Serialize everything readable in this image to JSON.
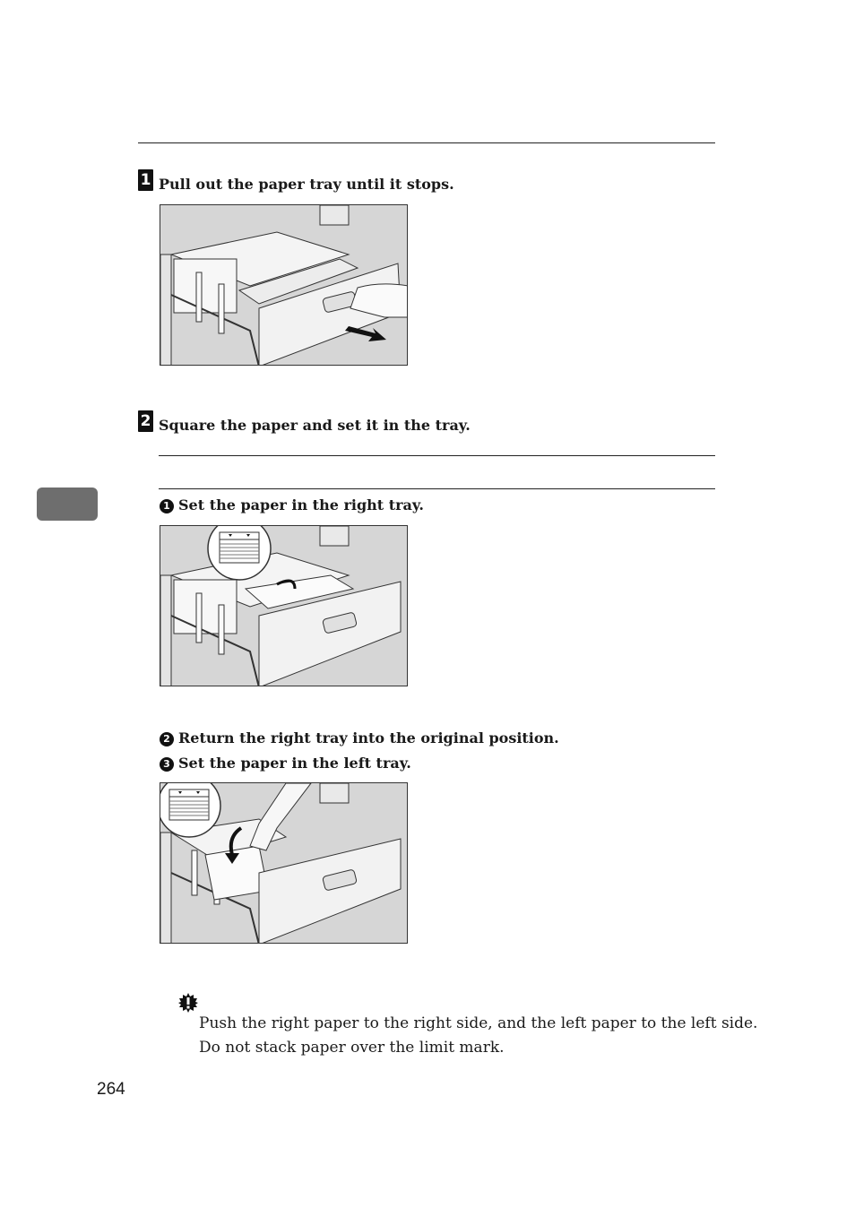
{
  "steps": [
    {
      "number": "1",
      "text": "Pull out the paper tray until it stops."
    },
    {
      "number": "2",
      "text": "Square the paper and set it in the tray."
    }
  ],
  "substeps": [
    {
      "number": "1",
      "text": "Set the paper in the right tray."
    },
    {
      "number": "2",
      "text": "Return the right tray into the original position."
    },
    {
      "number": "3",
      "text": "Set the paper in the left tray."
    }
  ],
  "important_note": {
    "icon": "important-icon",
    "lines": [
      "Push the right paper to the right side, and the left paper to the left side.",
      "Do not stack paper over the limit mark."
    ]
  },
  "page_number": "264",
  "colors": {
    "figure_background": "#d6d6d6",
    "side_tab": "#6e6e6e",
    "text": "#1a1a1a"
  }
}
